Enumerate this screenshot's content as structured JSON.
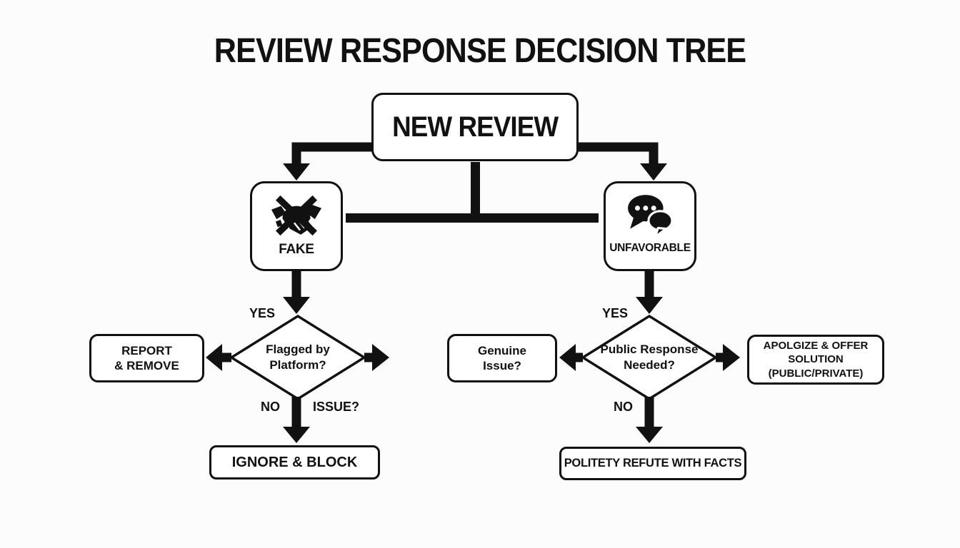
{
  "title": "REVIEW RESPONSE DECISION TREE",
  "colors": {
    "ink": "#111111",
    "paper": "#fcfcfc",
    "node_fill": "#ffffff"
  },
  "nodes": {
    "new_review": {
      "label": "NEW REVIEW"
    },
    "fake": {
      "label": "FAKE",
      "icon": "fake-handshake-icon"
    },
    "unfavorable": {
      "label": "UNFAVORABLE",
      "icon": "chat-bubbles-icon"
    },
    "flagged_decision": {
      "line1": "Flagged by",
      "line2": "Platform?"
    },
    "report_remove": {
      "line1": "REPORT",
      "line2": "& REMOVE"
    },
    "ignore_block": {
      "label": "IGNORE & BLOCK"
    },
    "public_response_decision": {
      "line1": "Public Response",
      "line2": "Needed?"
    },
    "genuine_issue": {
      "line1": "Genuine",
      "line2": "Issue?"
    },
    "apologize_offer": {
      "line1": "APOLGIZE & OFFER",
      "line2": "SOLUTION",
      "line3": "(PUBLIC/PRIVATE)"
    },
    "refute_facts": {
      "label": "POLITETY REFUTE WITH FACTS"
    }
  },
  "edge_labels": {
    "fake_yes": "YES",
    "fake_no": "NO",
    "fake_issue": "ISSUE?",
    "unfavorable_yes": "YES",
    "unfavorable_no": "NO"
  }
}
